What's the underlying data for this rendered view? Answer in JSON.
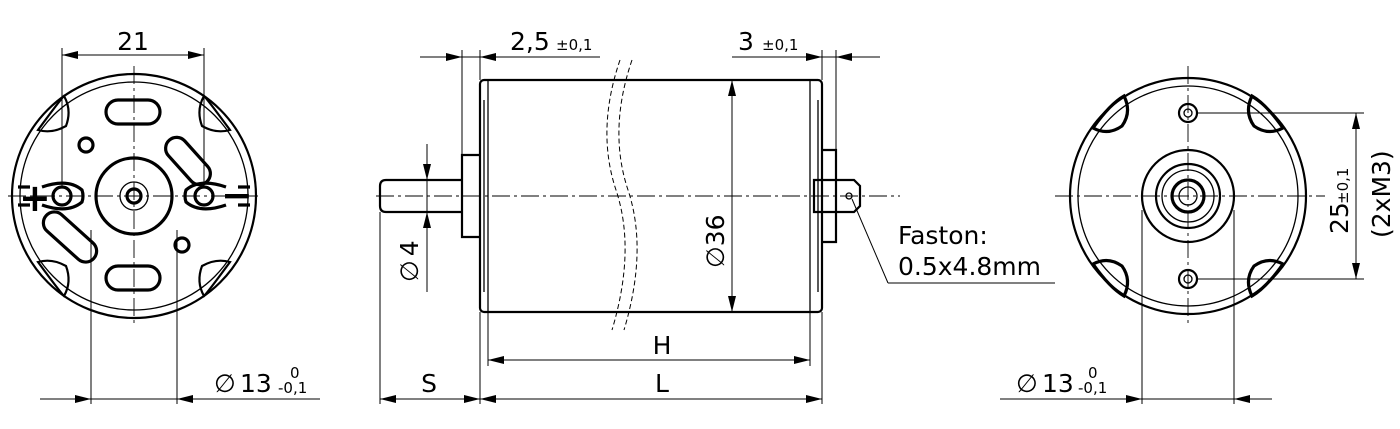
{
  "labels": {
    "dim_21": "21",
    "dim_2_5": "2,5",
    "tol_2_5": "±0,1",
    "dim_3": "3",
    "tol_3": "±0,1",
    "phi": "∅",
    "dim_4": "4",
    "dim_36": "36",
    "dim_13": "13",
    "tol_13_upper": "0",
    "tol_13_lower": "-0,1",
    "dim_S": "S",
    "dim_H": "H",
    "dim_L": "L",
    "faston_line1": "Faston:",
    "faston_line2": "0.5x4.8mm",
    "dim_25": "25",
    "tol_25": "±0,1",
    "holes": "(2xM3)",
    "plus_terminal": "+",
    "minus_terminal": "−"
  }
}
